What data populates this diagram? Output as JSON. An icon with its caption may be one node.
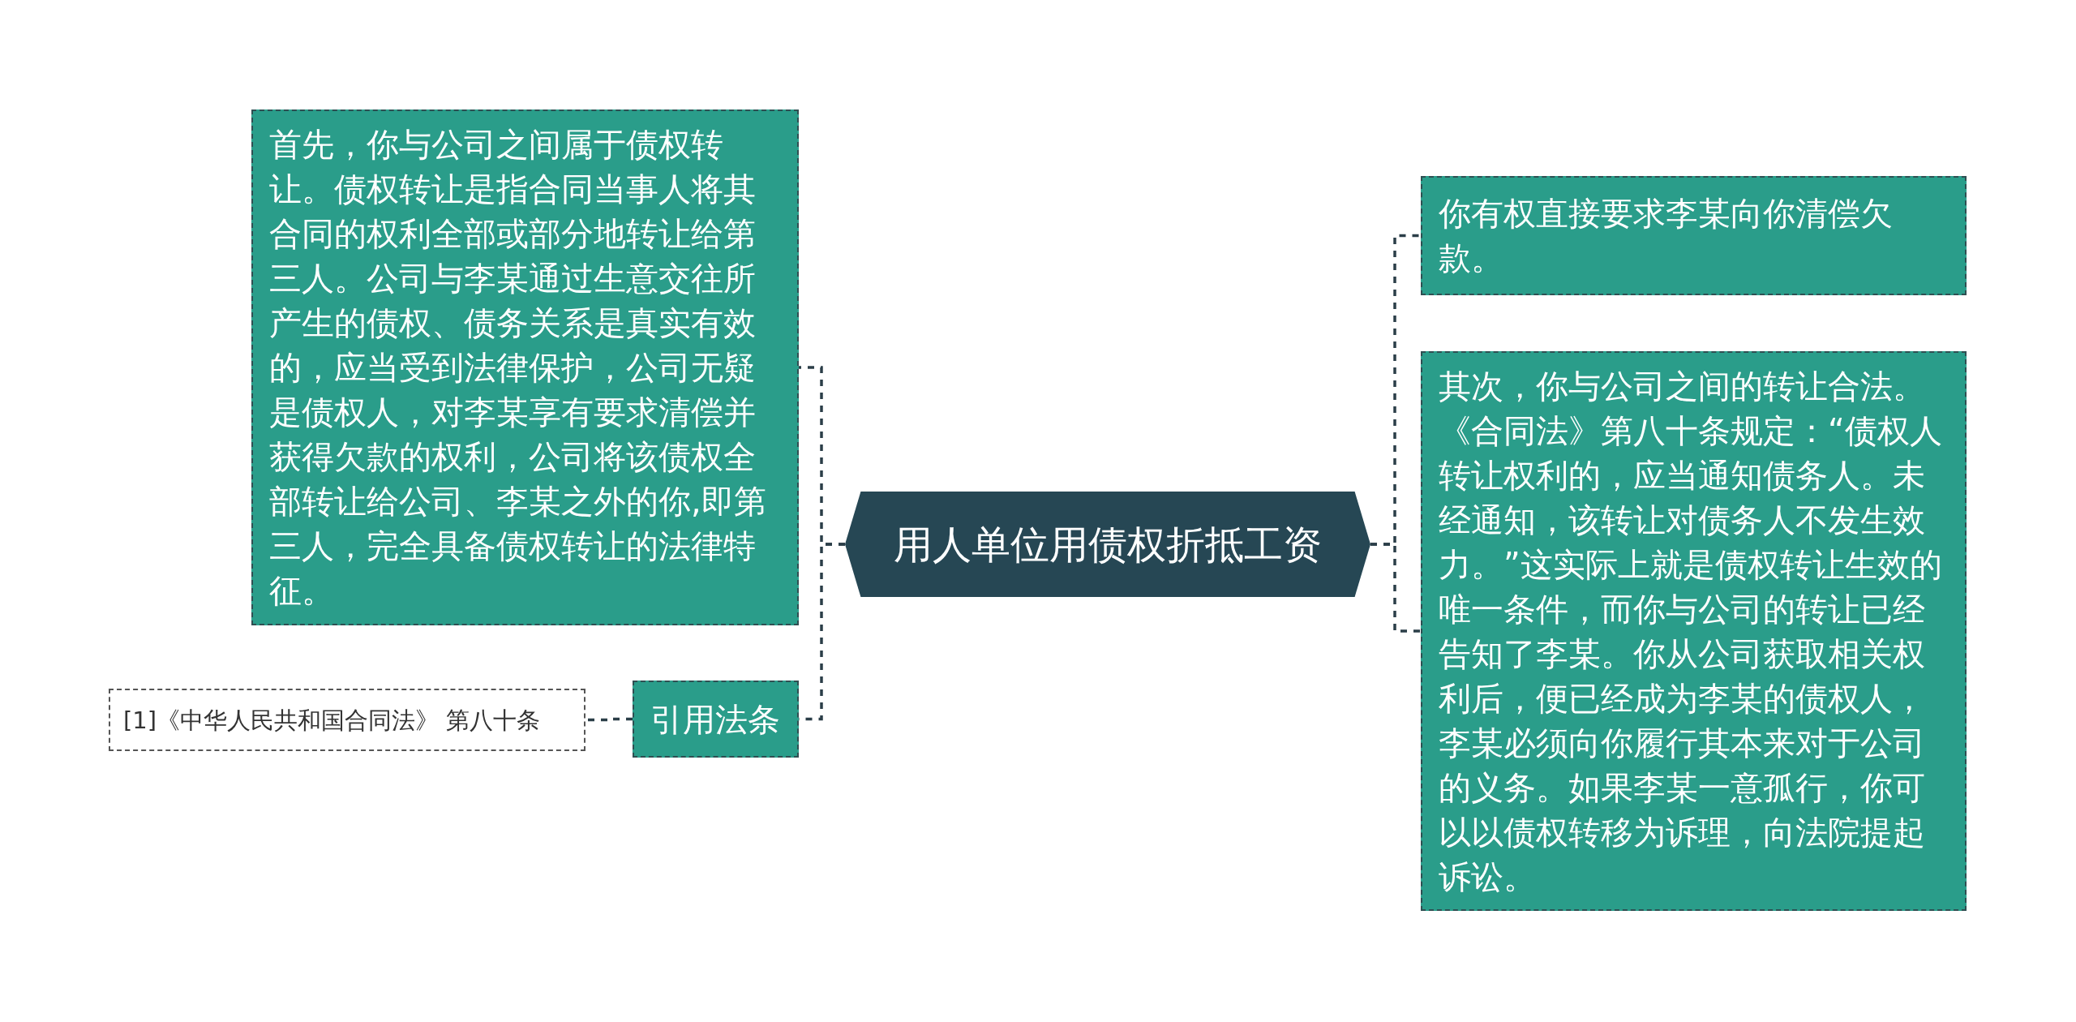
{
  "diagram": {
    "nodes": [
      {
        "text": [
          "用人单位用债权折抵工资"
        ]
      },
      {
        "text": [
          "首先，你与公司之间属于债权转让。债权转让是指合同当事人将其合同的权利全部或部分地转让给第三人。公司与李某通过生意交往所产生的债权、债务关系是真实有效的，应当受到法律保护，公司无疑是债权人，对李某享有要求清偿并获得欠款的权利，公司将该债权全部转让给公司、李某之外的你,即第三人，完全具备债权转让的法律特征。"
        ]
      },
      {
        "text": [
          "引用法条"
        ]
      },
      {
        "text": [
          "[1]《中华人民共和国合同法》 第八十条"
        ]
      },
      {
        "text": [
          "你有权直接要求李某向你清偿欠款。"
        ]
      },
      {
        "text": [
          "其次，你与公司之间的转让合法。《合同法》第八十条规定：“债权人转让权利的，应当通知债务人。未经通知，该转让对债务人不发生效力。”这实际上就是债权转让生效的唯一条件，而你与公司的转让已经告知了李某。你从公司获取相关权利后，便已经成为李某的债权人，李某必须向你履行其本来对于公司的义务。如果李某一意孤行，你可以以债权转移为诉理，向法院提起诉讼。"
        ]
      }
    ],
    "edges": [
      {
        "from": 0,
        "to": 1,
        "arrow": "none",
        "style": "dashed"
      },
      {
        "from": 0,
        "to": 2,
        "arrow": "none",
        "style": "dashed"
      },
      {
        "from": 2,
        "to": 3,
        "arrow": "none",
        "style": "dashed"
      },
      {
        "from": 0,
        "to": 4,
        "arrow": "none",
        "style": "dashed"
      },
      {
        "from": 0,
        "to": 5,
        "arrow": "none",
        "style": "dashed"
      }
    ]
  }
}
